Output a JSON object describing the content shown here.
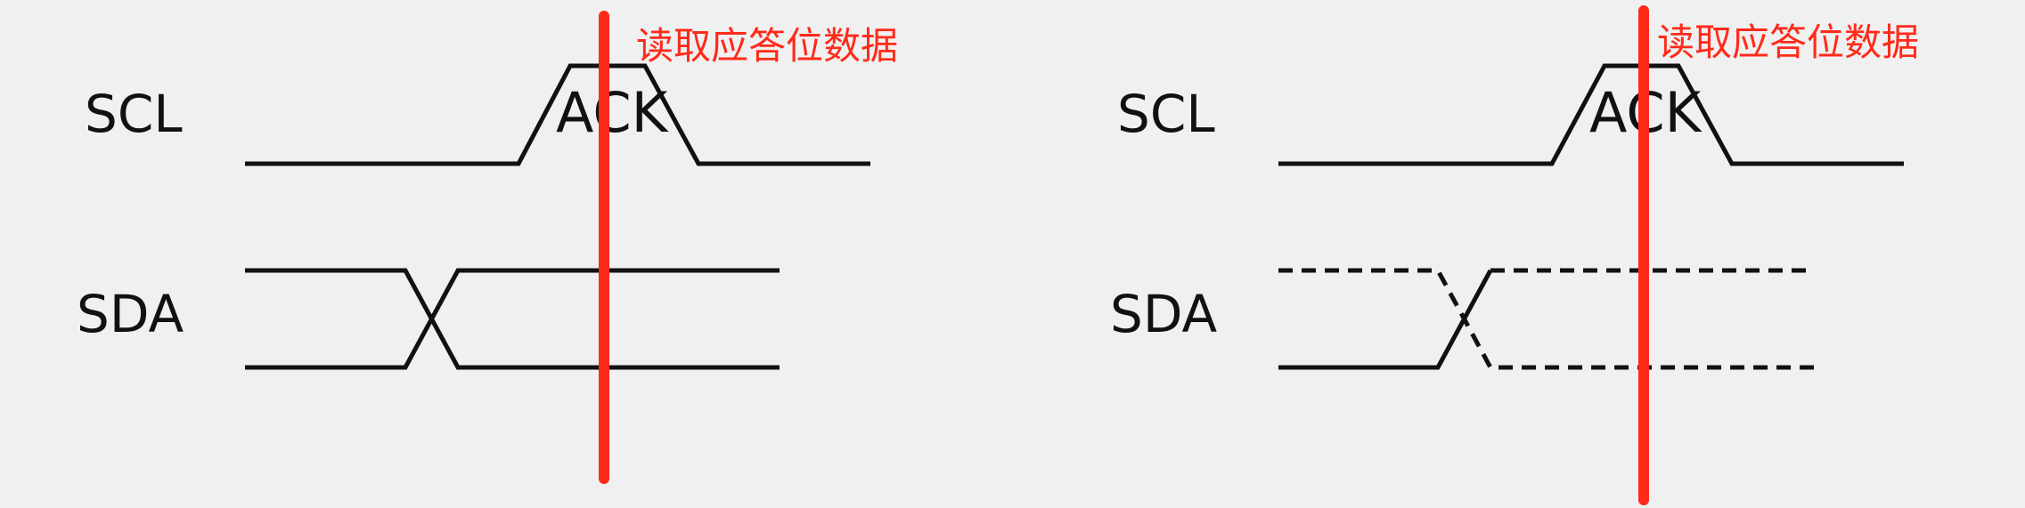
{
  "colors": {
    "background": "#f0f0f0",
    "waveform": "#111111",
    "marker": "#ff2a1a",
    "annotation": "#ff2a1a"
  },
  "left_diagram": {
    "scl_label": "SCL",
    "sda_label": "SDA",
    "ack_label": "ACK",
    "annotation": "读取应答位数据",
    "sda_style": "solid"
  },
  "right_diagram": {
    "scl_label": "SCL",
    "sda_label": "SDA",
    "ack_label": "ACK",
    "annotation": "读取应答位数据",
    "sda_style": "dashed, with solid low transition"
  }
}
